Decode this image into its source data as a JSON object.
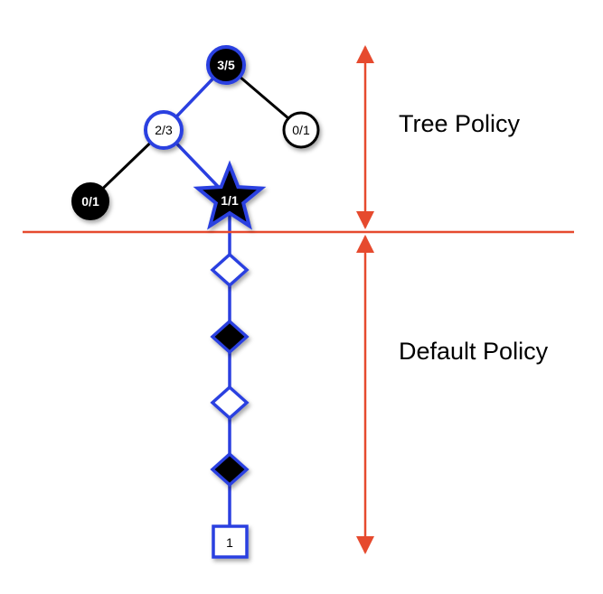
{
  "labels": {
    "tree_policy": "Tree Policy",
    "default_policy": "Default Policy"
  },
  "nodes": {
    "root": "3/5",
    "left_child": "2/3",
    "right_child": "0/1",
    "left_leaf": "0/1",
    "star_node": "1/1",
    "terminal": "1"
  },
  "colors": {
    "selection_path": "#2a3fe0",
    "boundary_arrow": "#e64a2e",
    "edge": "#000000"
  }
}
